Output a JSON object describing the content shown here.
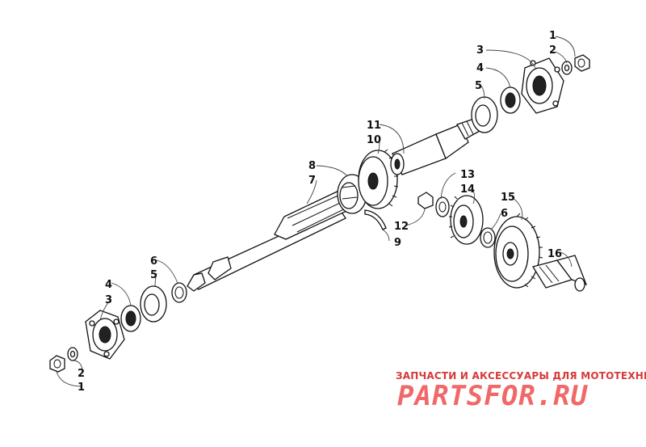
{
  "callouts": {
    "c1_top": "1",
    "c2_top": "2",
    "c3_top": "3",
    "c4_top": "4",
    "c5_top": "5",
    "c11": "11",
    "c10": "10",
    "c8": "8",
    "c7": "7",
    "c13": "13",
    "c14": "14",
    "c15": "15",
    "c6_right": "6",
    "c12": "12",
    "c9": "9",
    "c16": "16",
    "c6_left": "6",
    "c5_left": "5",
    "c4_left": "4",
    "c3_left": "3",
    "c2_bottom": "2",
    "c1_bottom": "1"
  },
  "watermark": {
    "tagline": "ЗАПЧАСТИ И АКСЕССУАРЫ ДЛЯ МОТОТЕХНИКИ",
    "logo": "PARTSFOR.RU"
  },
  "colors": {
    "ink": "#111111",
    "watermark_red": "#d63a3a",
    "watermark_logo": "#f06868"
  }
}
